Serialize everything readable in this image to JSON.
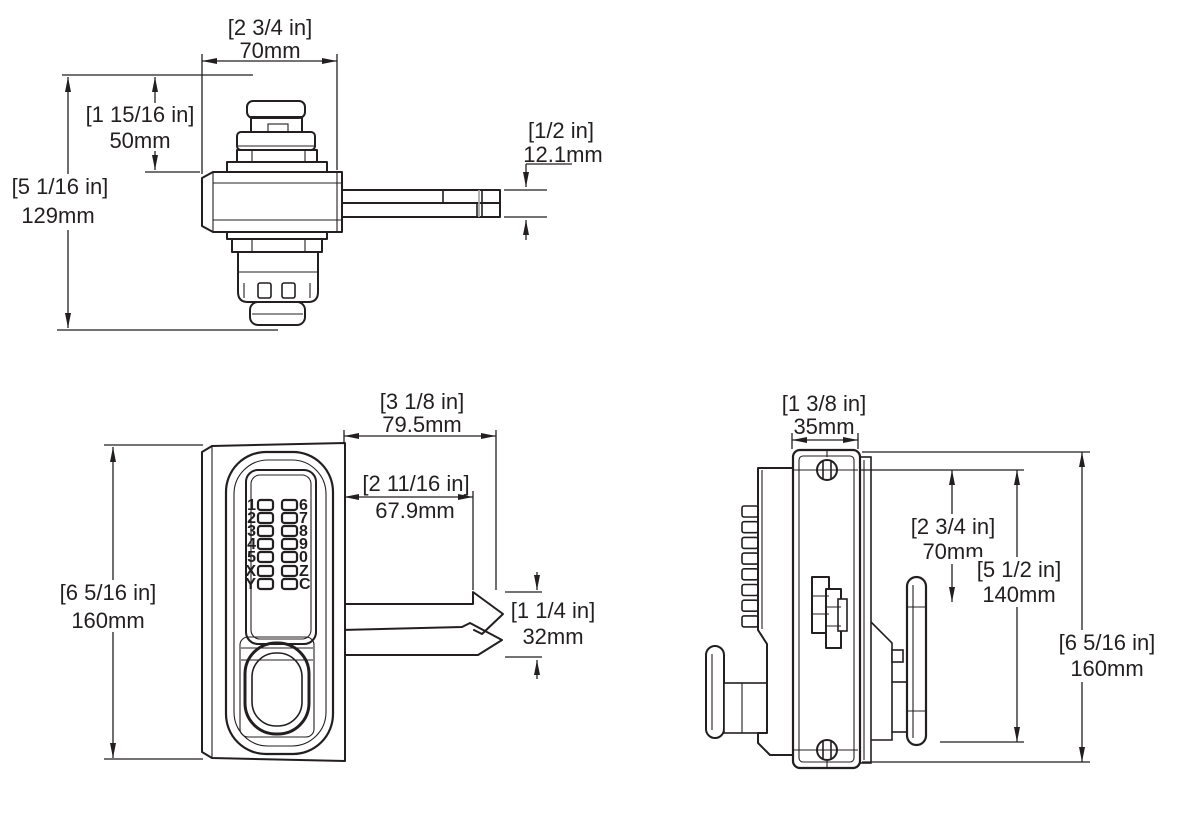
{
  "colors": {
    "line": "#231f20",
    "gray": "#a7a9ac",
    "background": "#ffffff"
  },
  "views": {
    "top": {
      "label": "top view",
      "dim_width": {
        "in": "[2 3/4 in]",
        "mm": "70mm"
      },
      "dim_upper_height": {
        "in": "[1 15/16 in]",
        "mm": "50mm"
      },
      "dim_overall_height": {
        "in": "[5 1/16 in]",
        "mm": "129mm"
      },
      "dim_latch_thickness": {
        "in": "[1/2 in]",
        "mm": "12.1mm"
      }
    },
    "front": {
      "label": "front view",
      "dim_height": {
        "in": "[6 5/16 in]",
        "mm": "160mm"
      },
      "dim_latch_reach": {
        "in": "[3 1/8 in]",
        "mm": "79.5mm"
      },
      "dim_latch_inner": {
        "in": "[2 11/16 in]",
        "mm": "67.9mm"
      },
      "dim_latch_height": {
        "in": "[1 1/4 in]",
        "mm": "32mm"
      },
      "keypad": {
        "left": [
          "1",
          "2",
          "3",
          "4",
          "5",
          "X",
          "Y"
        ],
        "right": [
          "6",
          "7",
          "8",
          "9",
          "0",
          "Z",
          "C"
        ]
      }
    },
    "side": {
      "label": "side view",
      "dim_depth": {
        "in": "[1 3/8 in]",
        "mm": "35mm"
      },
      "dim_top_to_handle": {
        "in": "[2 3/4 in]",
        "mm": "70mm"
      },
      "dim_plate_span": {
        "in": "[5 1/2 in]",
        "mm": "140mm"
      },
      "dim_height": {
        "in": "[6 5/16 in]",
        "mm": "160mm"
      }
    }
  }
}
